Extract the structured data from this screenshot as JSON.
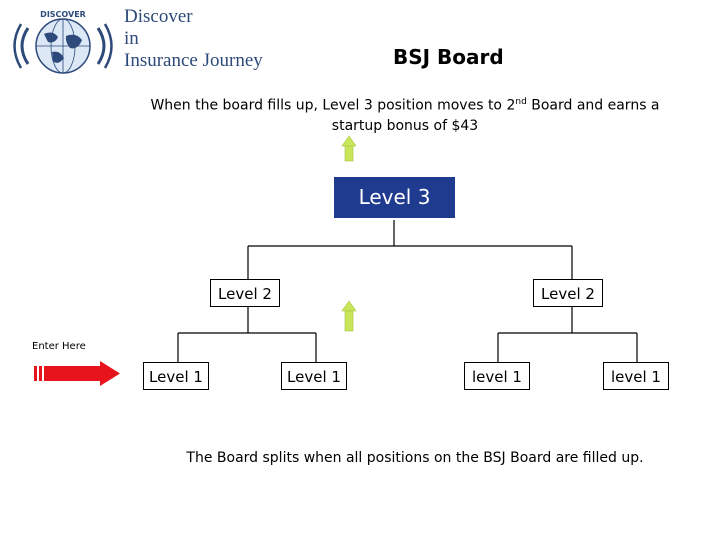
{
  "logo": {
    "badge_text": "DISCOVER",
    "line1": "Discover",
    "line2": "in",
    "line3": "Insurance Journey"
  },
  "title": "BSJ Board",
  "description": {
    "part1": "When the board fills up, Level 3 position moves to  2",
    "sup": "nd",
    "part2": " Board and earns a startup bonus of $43"
  },
  "tree": {
    "level3": "Level 3",
    "level2_left": "Level 2",
    "level2_right": "Level 2",
    "level1_a": "Level 1",
    "level1_b": "Level 1",
    "level1_c": "level 1",
    "level1_d": "level 1"
  },
  "enter_label": "Enter Here",
  "footer": "The Board splits when all positions on the BSJ Board are filled up.",
  "colors": {
    "level3_fill": "#1f3b8f",
    "up_arrow": "#c8e65a",
    "enter_arrow": "#e8141c",
    "logo_text": "#2d4a7a"
  }
}
